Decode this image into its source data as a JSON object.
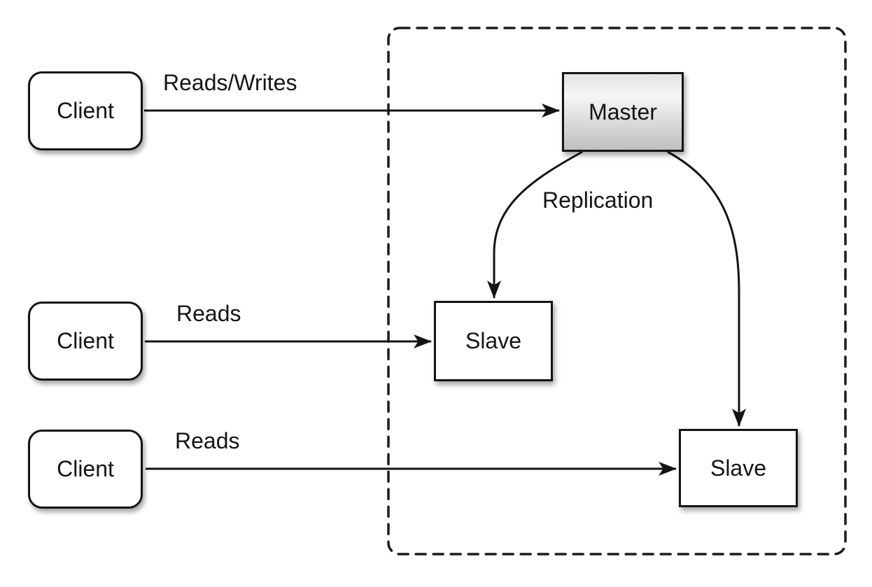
{
  "diagram": {
    "nodes": {
      "client1": {
        "label": "Client"
      },
      "client2": {
        "label": "Client"
      },
      "client3": {
        "label": "Client"
      },
      "master": {
        "label": "Master"
      },
      "slave1": {
        "label": "Slave"
      },
      "slave2": {
        "label": "Slave"
      }
    },
    "edges": {
      "client1_to_master": {
        "label": "Reads/Writes"
      },
      "client2_to_slave1": {
        "label": "Reads"
      },
      "client3_to_slave2": {
        "label": "Reads"
      },
      "master_to_slaves": {
        "label": "Replication"
      }
    },
    "colors": {
      "background": "#ffffff",
      "stroke": "#141414",
      "node_fill": "#ffffff",
      "master_fill_top": "#f7f7f7",
      "master_fill_bottom": "#bfbfbf",
      "shadow": "rgba(0,0,0,0.35)"
    }
  }
}
